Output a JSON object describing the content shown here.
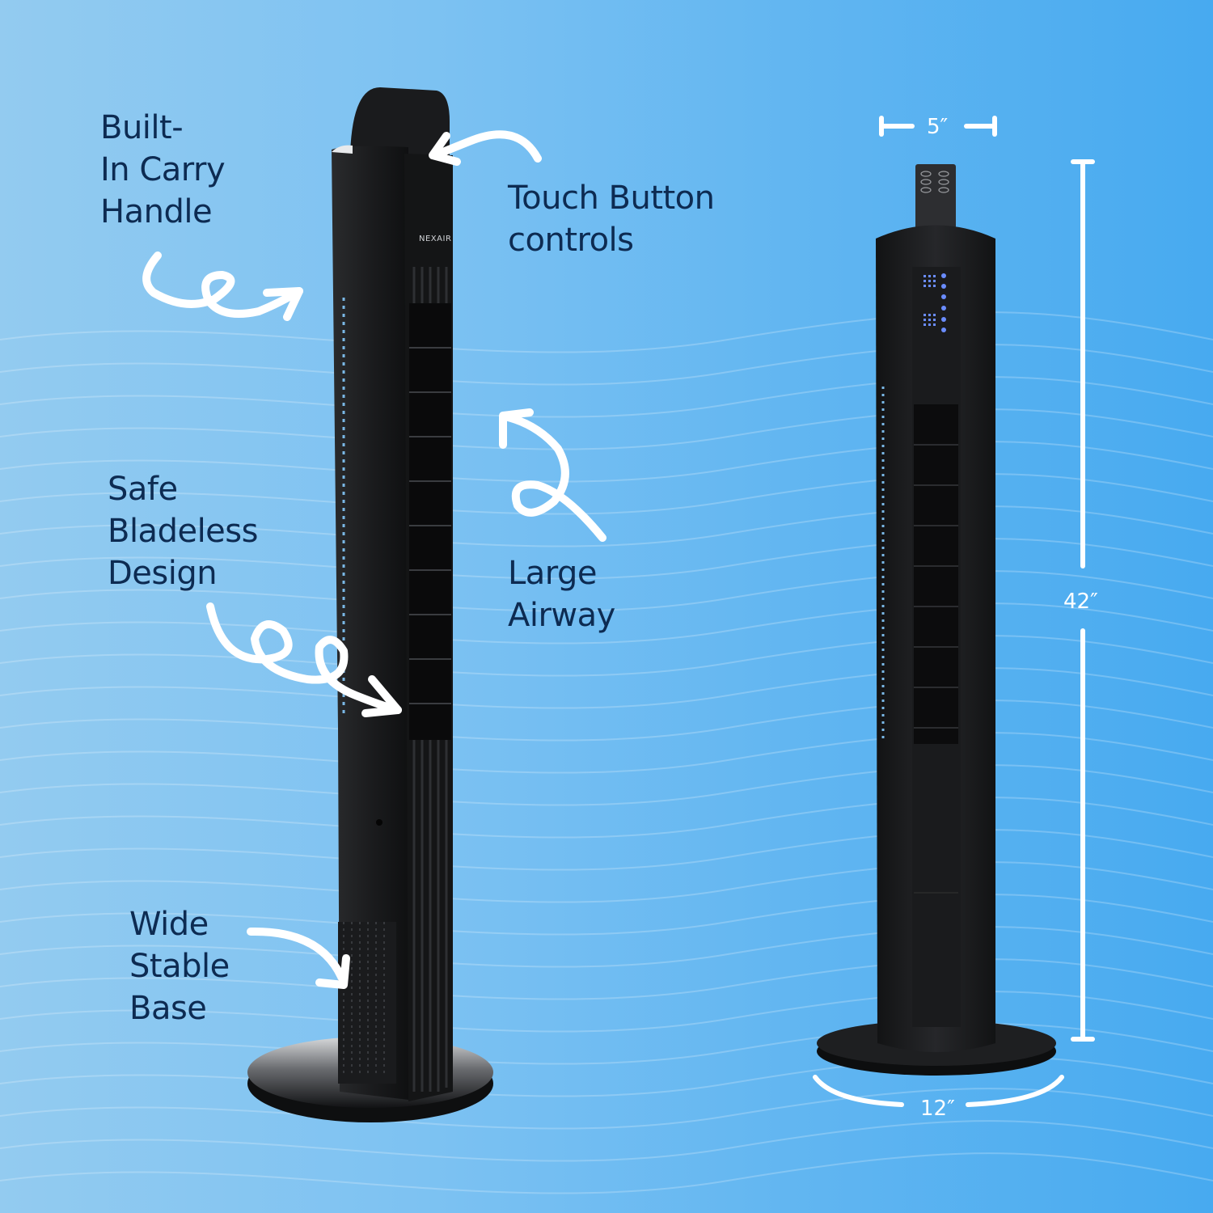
{
  "colors": {
    "bg_left": "#93cbf0",
    "bg_right": "#47aaf0",
    "label_text": "#0d2b52",
    "annotation_white": "#ffffff",
    "fan_body": "#1e1f21",
    "display_blue": "#6a8cff"
  },
  "brand": {
    "logo_text": "NEXAIR"
  },
  "callouts": [
    {
      "id": "carry-handle",
      "text": "Built-\nIn Carry\nHandle"
    },
    {
      "id": "touch-controls",
      "text": "Touch Button\ncontrols"
    },
    {
      "id": "bladeless",
      "text": "Safe\nBladeless\nDesign"
    },
    {
      "id": "airway",
      "text": "Large\nAirway"
    },
    {
      "id": "base",
      "text": "Wide\nStable\nBase"
    }
  ],
  "dimensions": {
    "width": "5″",
    "height": "42″",
    "base_diameter": "12″"
  },
  "icons": {
    "handle_arrow": "curly-arrow-icon",
    "controls_arrow": "curved-arrow-icon",
    "bladeless_arrow": "loop-arrow-icon",
    "airway_arrow": "loop-arrow-icon",
    "base_arrow": "curved-arrow-icon"
  }
}
